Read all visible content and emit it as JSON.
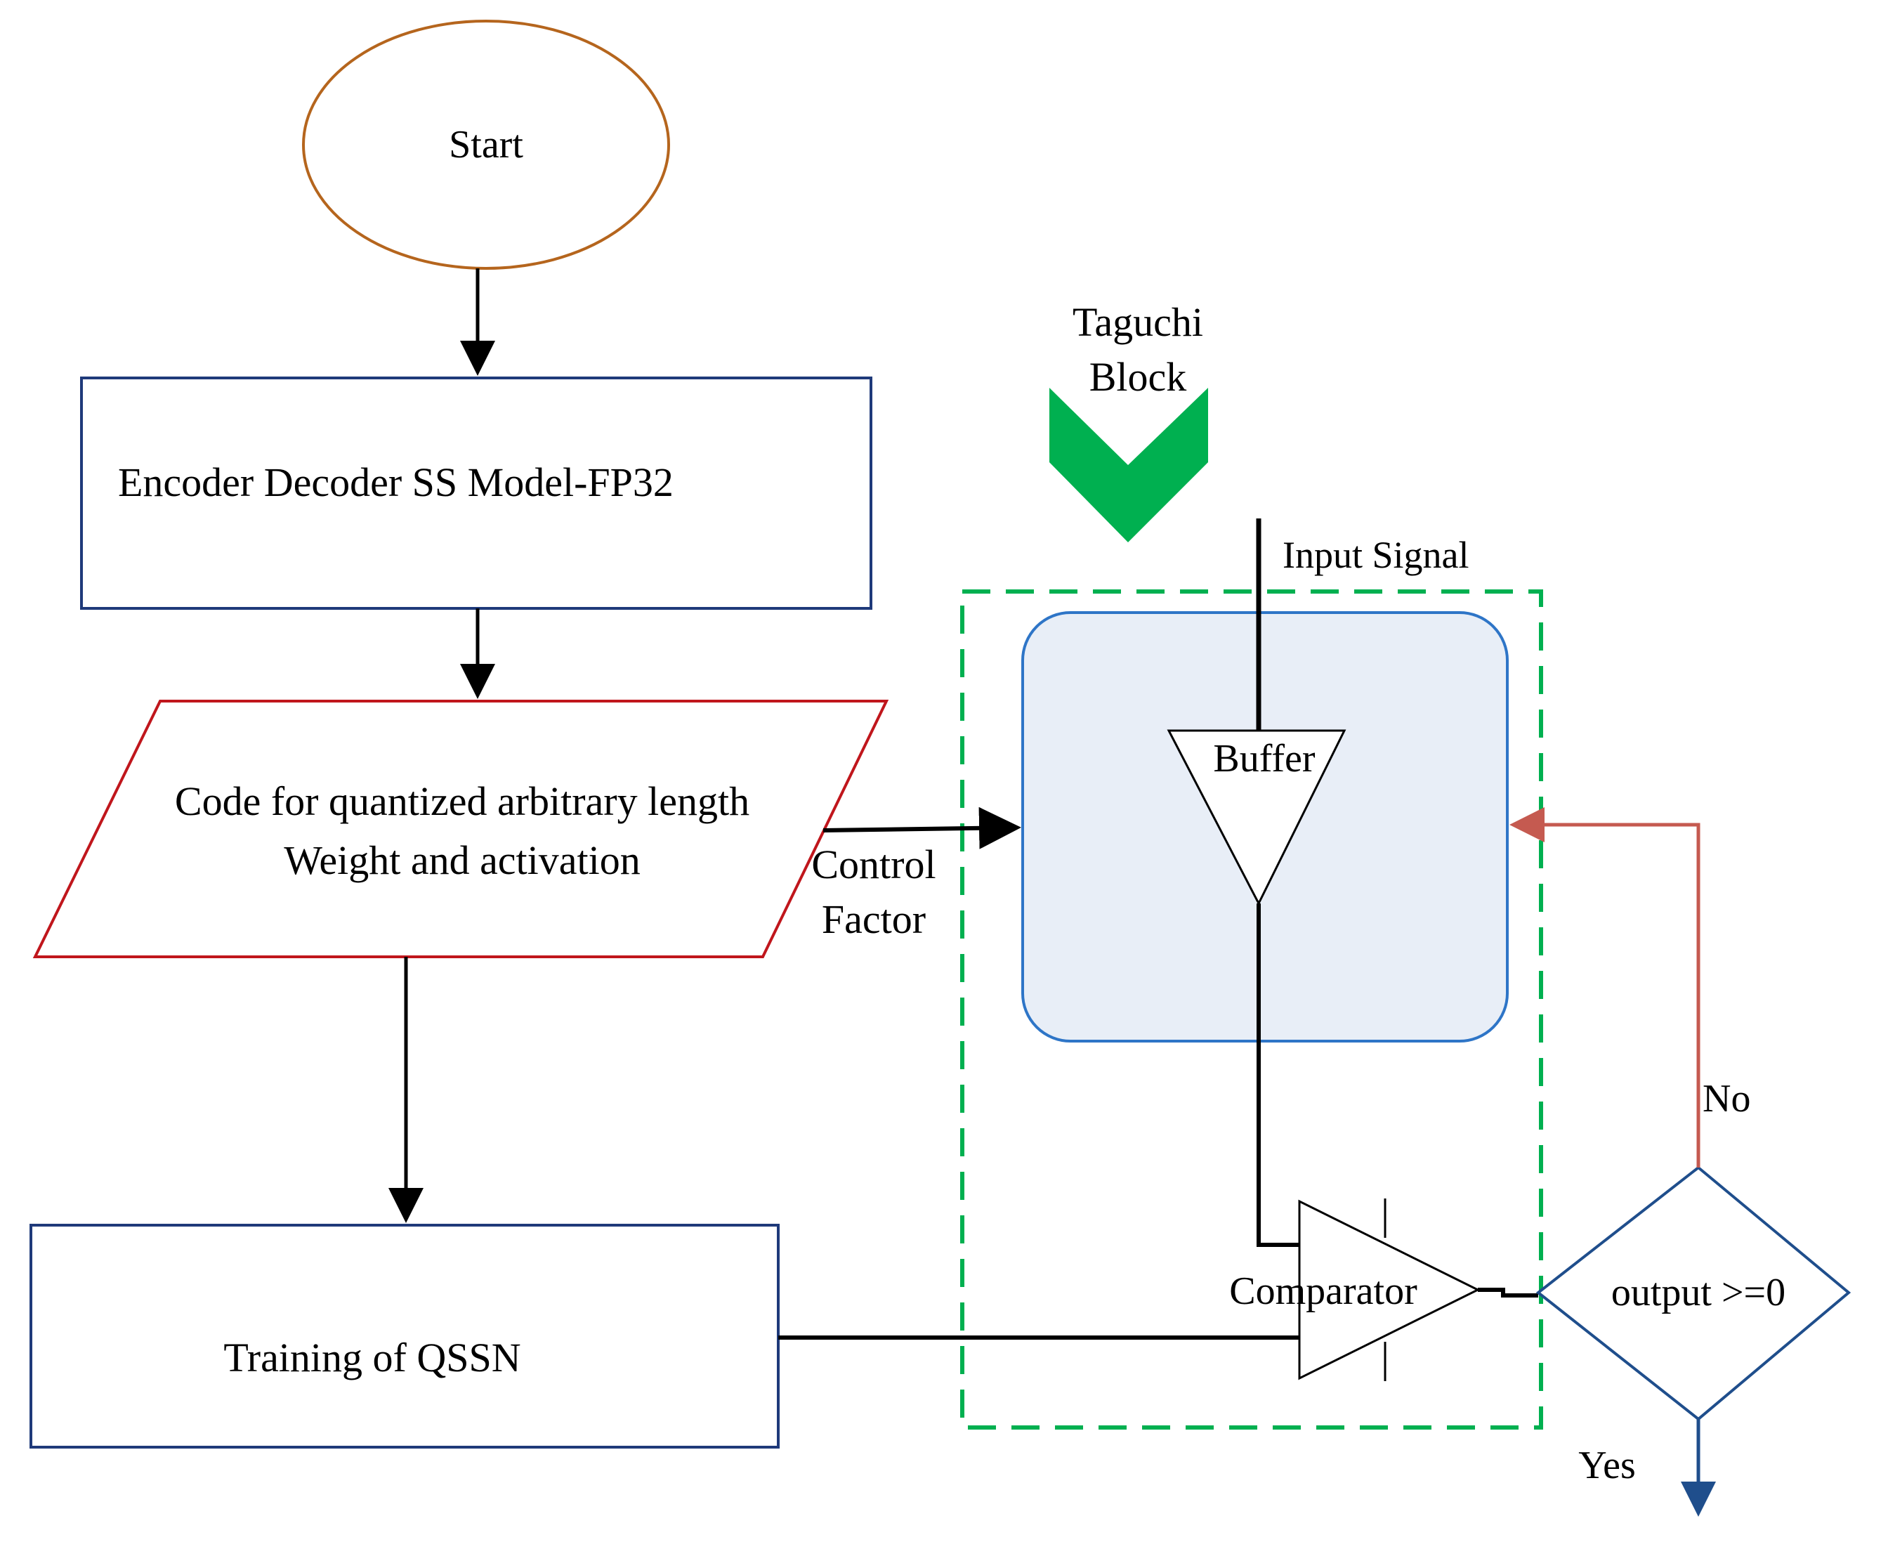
{
  "nodes": {
    "start": "Start",
    "encoder": "Encoder Decoder SS Model-FP32",
    "code_line1": "Code for quantized arbitrary length",
    "code_line2": "Weight and activation",
    "training": "Training of QSSN",
    "buffer": "Buffer",
    "comparator": "Comparator",
    "decision": "output >=0"
  },
  "labels": {
    "taguchi_line1": "Taguchi",
    "taguchi_line2": "Block",
    "input_signal": "Input Signal",
    "control_line1": "Control",
    "control_line2": "Factor",
    "no": "No",
    "yes": "Yes"
  },
  "colors": {
    "start_border": "#b5651d",
    "process_border": "#1f3a7a",
    "parallelogram_border": "#c0161c",
    "taguchi_green": "#00b050",
    "dashed_green": "#00b050",
    "panel_fill": "#e8eef7",
    "panel_border": "#2e75c7",
    "feedback_red": "#c55a50",
    "decision_border": "#1f4e8c",
    "line_black": "#000000"
  }
}
